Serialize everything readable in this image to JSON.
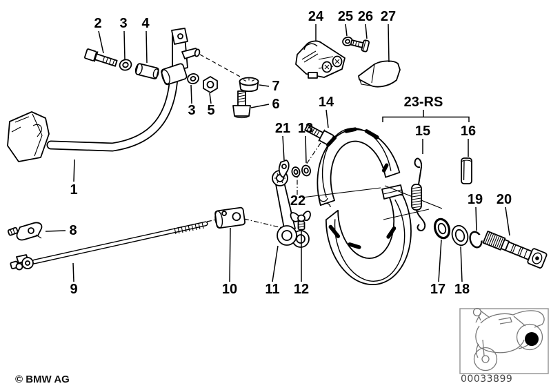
{
  "meta": {
    "copyright": "© BMW AG",
    "image_number": "00033899"
  },
  "colors": {
    "ink": "#000000",
    "background": "#ffffff",
    "thumbnail_line": "#777777",
    "thumbnail_border": "#999999",
    "code_text": "#444444"
  },
  "labels": {
    "part_1": "1",
    "part_2": "2",
    "part_3a": "3",
    "part_3b": "3",
    "part_4": "4",
    "part_5": "5",
    "part_6": "6",
    "part_7": "7",
    "part_8": "8",
    "part_9": "9",
    "part_10": "10",
    "part_11": "11",
    "part_12": "12",
    "part_13": "13",
    "part_14": "14",
    "part_15": "15",
    "part_16": "16",
    "part_17": "17",
    "part_18": "18",
    "part_19": "19",
    "part_20": "20",
    "part_21": "21",
    "part_22": "22",
    "part_23rs": "23-RS",
    "part_24": "24",
    "part_25": "25",
    "part_26": "26",
    "part_27": "27"
  }
}
